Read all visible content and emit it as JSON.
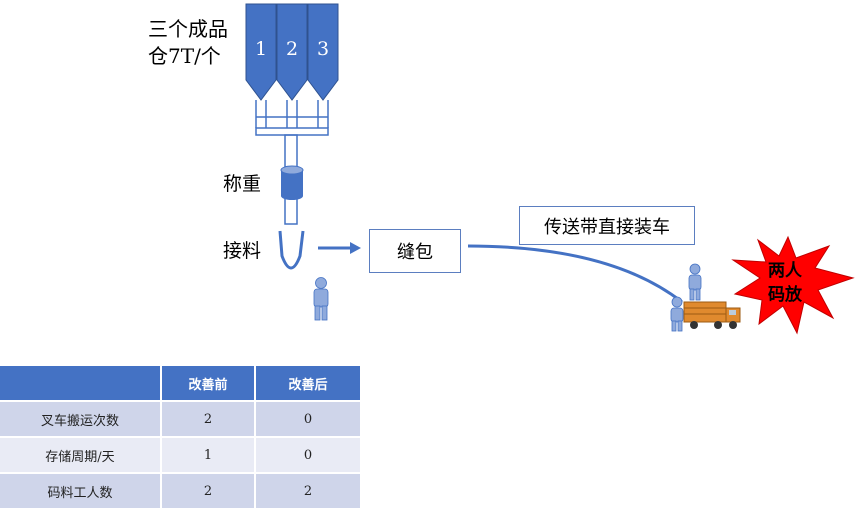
{
  "silo": {
    "caption_line1": "三个成品",
    "caption_line2": "仓7T/个",
    "numbers": [
      "1",
      "2",
      "3"
    ]
  },
  "weigh_label": "称重",
  "receive_label": "接料",
  "sew_label": "缝包",
  "conveyor_label": "传送带直接装车",
  "burst_text_line1": "两人",
  "burst_text_line2": "码放",
  "colors": {
    "accent": "#4472c4",
    "burst": "#ff0000",
    "truck": "#e08a2e"
  },
  "table": {
    "headers": [
      "",
      "改善前",
      "改善后"
    ],
    "rows": [
      {
        "label": "叉车搬运次数",
        "before": "2",
        "after": "0"
      },
      {
        "label": "存储周期/天",
        "before": "1",
        "after": "0"
      },
      {
        "label": "码料工人数",
        "before": "2",
        "after": "2"
      }
    ]
  }
}
